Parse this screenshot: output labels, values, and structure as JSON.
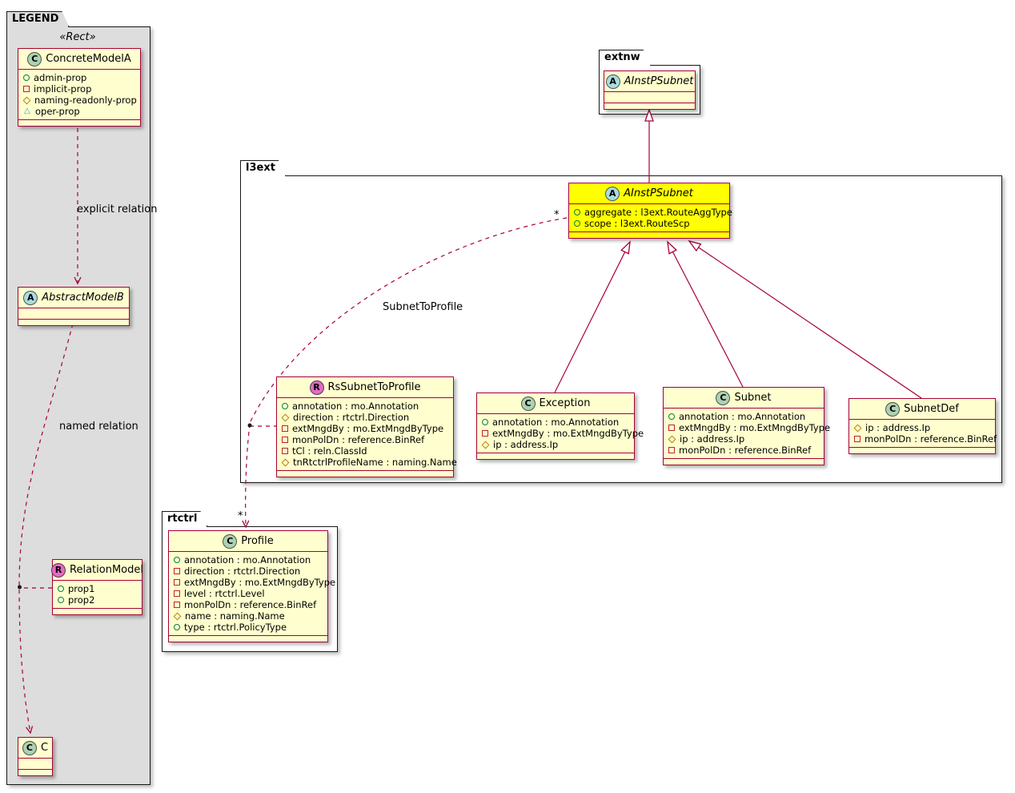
{
  "diagram": {
    "packages": {
      "legend": {
        "label": "LEGEND",
        "stereotype": "«Rect»"
      },
      "extnw": {
        "label": "extnw"
      },
      "l3ext": {
        "label": "l3ext"
      },
      "rtctrl": {
        "label": "rtctrl"
      }
    },
    "classes": {
      "concreteModelA": {
        "kind": "C",
        "name": "ConcreteModelA",
        "attrs": [
          {
            "icon": "circle",
            "text": "admin-prop"
          },
          {
            "icon": "square",
            "text": "implicit-prop"
          },
          {
            "icon": "diamond",
            "text": "naming-readonly-prop"
          },
          {
            "icon": "triangle",
            "text": "oper-prop"
          }
        ]
      },
      "abstractModelB": {
        "kind": "A",
        "name": "AbstractModelB",
        "attrs": []
      },
      "relationModel": {
        "kind": "R",
        "name": "RelationModel",
        "attrs": [
          {
            "icon": "circle",
            "text": "prop1"
          },
          {
            "icon": "circle",
            "text": "prop2"
          }
        ]
      },
      "cLegend": {
        "kind": "C",
        "name": "C",
        "attrs": []
      },
      "extnwAInstPSubnet": {
        "kind": "A",
        "name": "AInstPSubnet",
        "attrs": []
      },
      "l3extAInstPSubnet": {
        "kind": "A",
        "name": "AInstPSubnet",
        "attrs": [
          {
            "icon": "circle",
            "text": "aggregate : l3ext.RouteAggType"
          },
          {
            "icon": "circle",
            "text": "scope : l3ext.RouteScp"
          }
        ]
      },
      "rsSubnetToProfile": {
        "kind": "R",
        "name": "RsSubnetToProfile",
        "attrs": [
          {
            "icon": "circle",
            "text": "annotation : mo.Annotation"
          },
          {
            "icon": "diamond",
            "text": "direction : rtctrl.Direction"
          },
          {
            "icon": "square",
            "text": "extMngdBy : mo.ExtMngdByType"
          },
          {
            "icon": "square",
            "text": "monPolDn : reference.BinRef"
          },
          {
            "icon": "square",
            "text": "tCl : reln.ClassId"
          },
          {
            "icon": "diamond",
            "text": "tnRtctrlProfileName : naming.Name"
          }
        ]
      },
      "exception": {
        "kind": "C",
        "name": "Exception",
        "attrs": [
          {
            "icon": "circle",
            "text": "annotation : mo.Annotation"
          },
          {
            "icon": "square",
            "text": "extMngdBy : mo.ExtMngdByType"
          },
          {
            "icon": "diamond",
            "text": "ip : address.Ip"
          }
        ]
      },
      "subnet": {
        "kind": "C",
        "name": "Subnet",
        "attrs": [
          {
            "icon": "circle",
            "text": "annotation : mo.Annotation"
          },
          {
            "icon": "square",
            "text": "extMngdBy : mo.ExtMngdByType"
          },
          {
            "icon": "diamond",
            "text": "ip : address.Ip"
          },
          {
            "icon": "square",
            "text": "monPolDn : reference.BinRef"
          }
        ]
      },
      "subnetDef": {
        "kind": "C",
        "name": "SubnetDef",
        "attrs": [
          {
            "icon": "diamond",
            "text": "ip : address.Ip"
          },
          {
            "icon": "square",
            "text": "monPolDn : reference.BinRef"
          }
        ]
      },
      "profile": {
        "kind": "C",
        "name": "Profile",
        "attrs": [
          {
            "icon": "circle",
            "text": "annotation : mo.Annotation"
          },
          {
            "icon": "square",
            "text": "direction : rtctrl.Direction"
          },
          {
            "icon": "square",
            "text": "extMngdBy : mo.ExtMngdByType"
          },
          {
            "icon": "square",
            "text": "level : rtctrl.Level"
          },
          {
            "icon": "square",
            "text": "monPolDn : reference.BinRef"
          },
          {
            "icon": "diamond",
            "text": "name : naming.Name"
          },
          {
            "icon": "circle",
            "text": "type : rtctrl.PolicyType"
          }
        ]
      }
    },
    "edge_labels": {
      "explicit_relation": "explicit relation",
      "named_relation": "named relation",
      "subnet_to_profile": "SubnetToProfile",
      "subnettoprofile_source_mult": "*",
      "subnettoprofile_target_mult": "*"
    },
    "colors": {
      "class_border": "#A80036",
      "class_bg": "#FEFECE",
      "highlight_bg": "#FFFF00",
      "legend_bg": "#DDDDDD",
      "kind_class": "#ADD1B2",
      "kind_abstract": "#A9DCDF",
      "kind_relation": "#E36AC6"
    }
  }
}
